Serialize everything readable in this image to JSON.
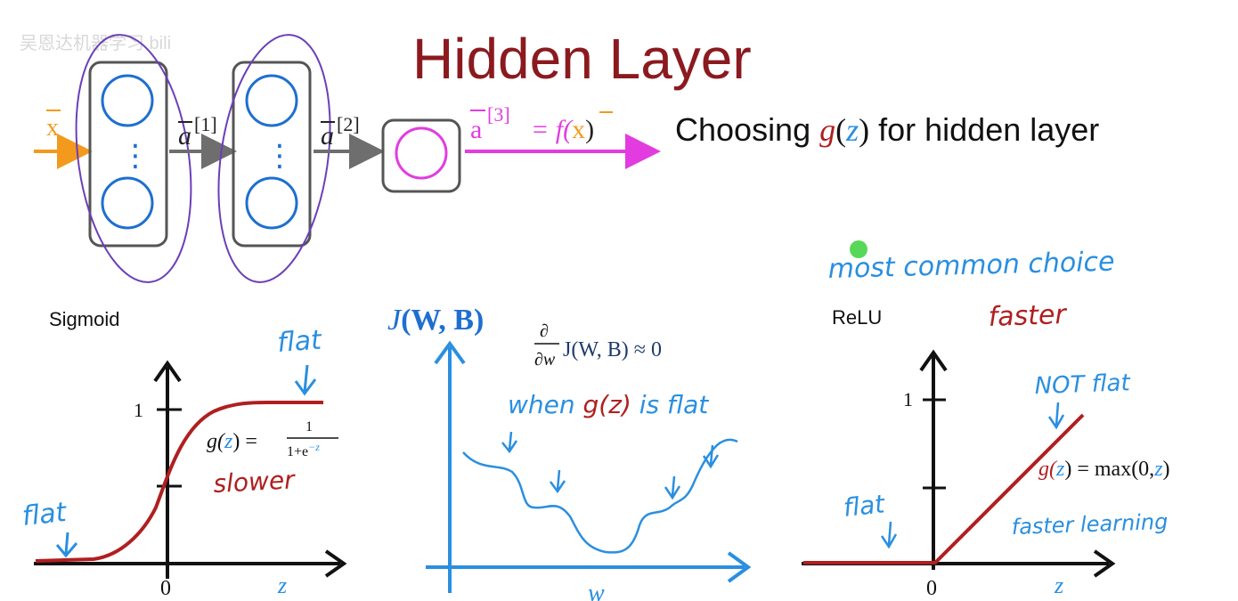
{
  "slide": {
    "title": "Hidden Layer",
    "watermark": "吴恩达机器学习 bili",
    "choosing": {
      "pre": "Choosing ",
      "g": "g",
      "open": "(",
      "z": "z",
      "close": ")",
      "post": " for hidden layer"
    },
    "network": {
      "input": "x",
      "a1_base": "a",
      "a1_sup": "[1]",
      "a2_base": "a",
      "a2_sup": "[2]",
      "a3_base": "a",
      "a3_sup": "[3]",
      "output_rhs": "= f(",
      "output_x": "x",
      "output_close": ")",
      "dots": "⋮"
    }
  },
  "sigmoid_panel": {
    "label": "Sigmoid",
    "tick_one": "1",
    "origin": "0",
    "x_axis": "z",
    "formula_g": "g(",
    "formula_z": "z",
    "formula_close": ") =",
    "frac_num": "1",
    "frac_den": "1+e",
    "frac_exp": "−z",
    "note_flat_top": "flat",
    "note_flat_left": "flat",
    "note_slower": "slower",
    "curve_color": "#b01f1f"
  },
  "cost_panel": {
    "J": "J",
    "args": "(W, B)",
    "x_axis": "w",
    "partial_top": "∂",
    "partial_bottom": "∂w",
    "partial_expr": "J(W, B) ≈ 0",
    "when": "when ",
    "when_g": "g(z)",
    "when_rest": " is flat",
    "axis_color": "#2a8fe0"
  },
  "relu_panel": {
    "label": "ReLU",
    "most_common": "most common choice",
    "faster": "faster",
    "not_flat": "NOT flat",
    "tick_one": "1",
    "origin": "0",
    "x_axis": "z",
    "formula_g": "g(",
    "formula_z": "z",
    "formula_rest": ") = max(0,",
    "formula_z2": "z",
    "formula_end": ")",
    "note_flat": "flat",
    "note_faster_learning": "faster learning",
    "curve_color": "#b01f1f"
  }
}
